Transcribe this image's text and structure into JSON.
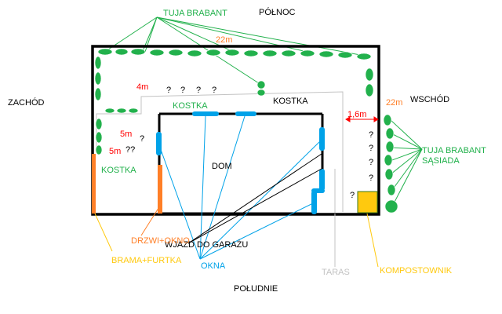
{
  "labels": {
    "north": "PÓŁNOC",
    "south": "POŁUDNIE",
    "west": "ZACHÓD",
    "east": "WSCHÓD",
    "tuja_brabant": "TUJA BRABANT",
    "tuja_brabant_sasiada_line1": "TUJA BRABANT",
    "tuja_brabant_sasiada_line2": "SĄSIADA",
    "kostka_north": "KOSTKA",
    "kostka_inner": "KOSTKA",
    "kostka_west": "KOSTKA",
    "dom": "DOM",
    "wjazd": "WJAZD DO GARAŻU",
    "drzwi": "DRZWI+OKNO",
    "okna": "OKNA",
    "brama": "BRAMA+FURTKA",
    "taras": "TARAS",
    "kompostownik": "KOMPOSTOWNIK"
  },
  "measurements": {
    "top_width": "22m",
    "right_width": "22m",
    "gap_east": "1,6m",
    "kostka_depth": "4m",
    "west_5m_a": "5m",
    "west_5m_b": "5m"
  },
  "unknowns": {
    "mark": "?",
    "double": "??"
  },
  "colors": {
    "tree": "#22b14c",
    "fence": "#000000",
    "window": "#00a2e8",
    "door": "#ff7f27",
    "compost": "#ffc90e",
    "measure": "#ff0000",
    "terrace": "#c3c3c3"
  }
}
